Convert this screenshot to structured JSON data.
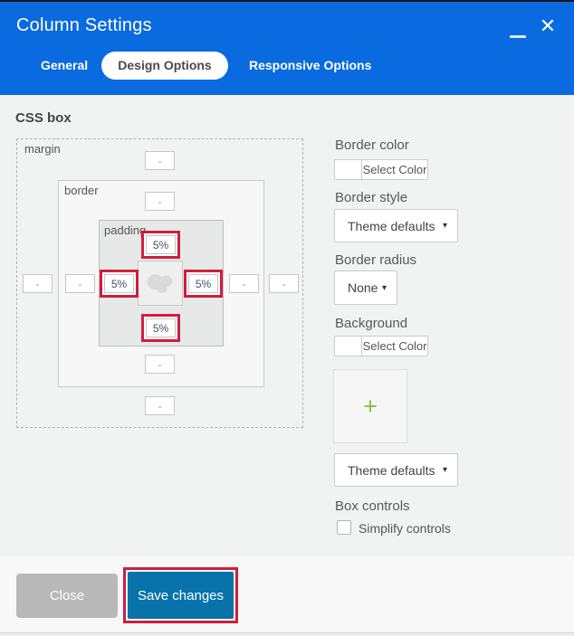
{
  "header": {
    "title": "Column Settings",
    "close_icon": "✕"
  },
  "tabs": {
    "general": "General",
    "design": "Design Options",
    "responsive": "Responsive Options",
    "active": "Design Options"
  },
  "css_box": {
    "heading": "CSS box",
    "margin_label": "margin",
    "border_label": "border",
    "padding_label": "padding",
    "placeholder": "-",
    "inputs": {
      "margin_top": "",
      "margin_right": "",
      "margin_bottom": "",
      "margin_left": "",
      "border_top": "",
      "border_right": "",
      "border_bottom": "",
      "border_left": "",
      "padding_top": "5%",
      "padding_right": "5%",
      "padding_bottom": "5%",
      "padding_left": "5%"
    }
  },
  "controls": {
    "border_color_label": "Border color",
    "border_color_button": "Select Color",
    "border_style_label": "Border style",
    "border_style_value": "Theme defaults",
    "border_radius_label": "Border radius",
    "border_radius_value": "None",
    "background_label": "Background",
    "background_button": "Select Color",
    "background_style_value": "Theme defaults",
    "box_controls_label": "Box controls",
    "simplify_label": "Simplify controls",
    "simplify_checked": false
  },
  "footer": {
    "close_label": "Close",
    "save_label": "Save changes"
  },
  "icons": {
    "dropdown_arrow": "▾",
    "plus": "+"
  },
  "colors": {
    "header_blue": "#0a6ae0",
    "save_button_blue": "#0873aa",
    "close_button_gray": "#b8b8b8",
    "highlight_red": "#ce1f3c",
    "plus_green": "#86c440"
  }
}
